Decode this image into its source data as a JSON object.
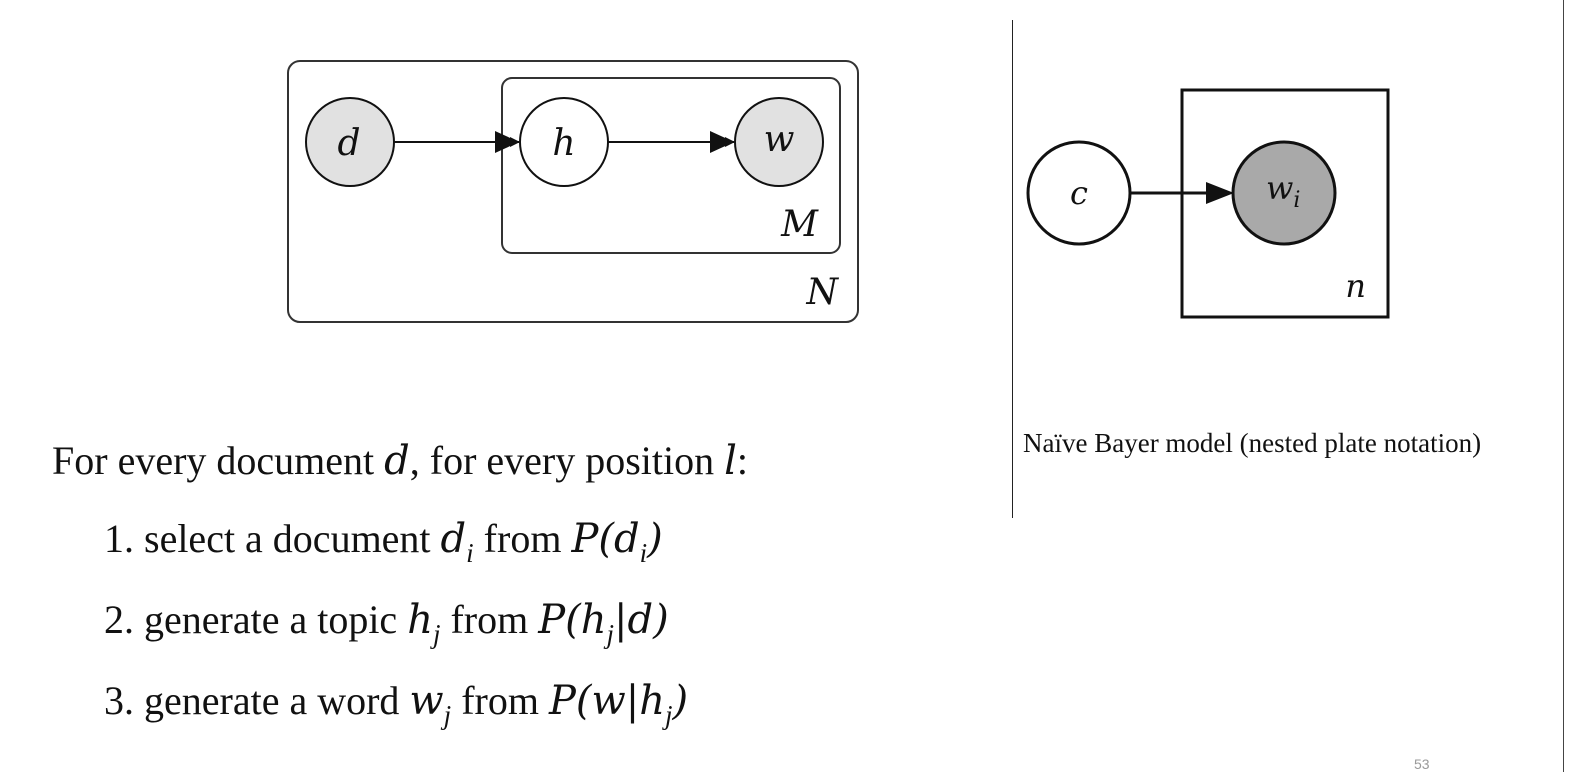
{
  "plsa_diagram": {
    "nodes": {
      "d": "d",
      "h": "h",
      "w": "w"
    },
    "plates": {
      "outer": "N",
      "inner": "M"
    }
  },
  "naive_bayes_diagram": {
    "nodes": {
      "c": "c",
      "w_base": "w",
      "w_sub": "i"
    },
    "plate": "n",
    "caption": "Naïve Bayer model (nested plate notation)"
  },
  "intro": {
    "prefix": "For every document ",
    "var_d": "d",
    "middle": ", for every position ",
    "var_l": "l",
    "suffix": ":"
  },
  "steps": [
    {
      "lead": "1. select a document ",
      "var": "d",
      "var_sub": "i",
      "from_word": " from ",
      "prob": "P(d",
      "prob_sub": "i",
      "prob_end": ")"
    },
    {
      "lead": "2. generate a topic ",
      "var": "h",
      "var_sub": "j",
      "from_word": " from ",
      "prob": "P(h",
      "prob_sub": "j",
      "prob_end": "|d)"
    },
    {
      "lead": "3. generate a word ",
      "var": "w",
      "var_sub": "j",
      "from_word": " from ",
      "prob": "P(w|h",
      "prob_sub": "j",
      "prob_end": ")"
    }
  ],
  "page_number": "53",
  "colors": {
    "observed_fill": "#e1e1e1",
    "observed_fill_dark": "#a9a9a9",
    "latent_fill": "#ffffff",
    "stroke": "#111111"
  }
}
